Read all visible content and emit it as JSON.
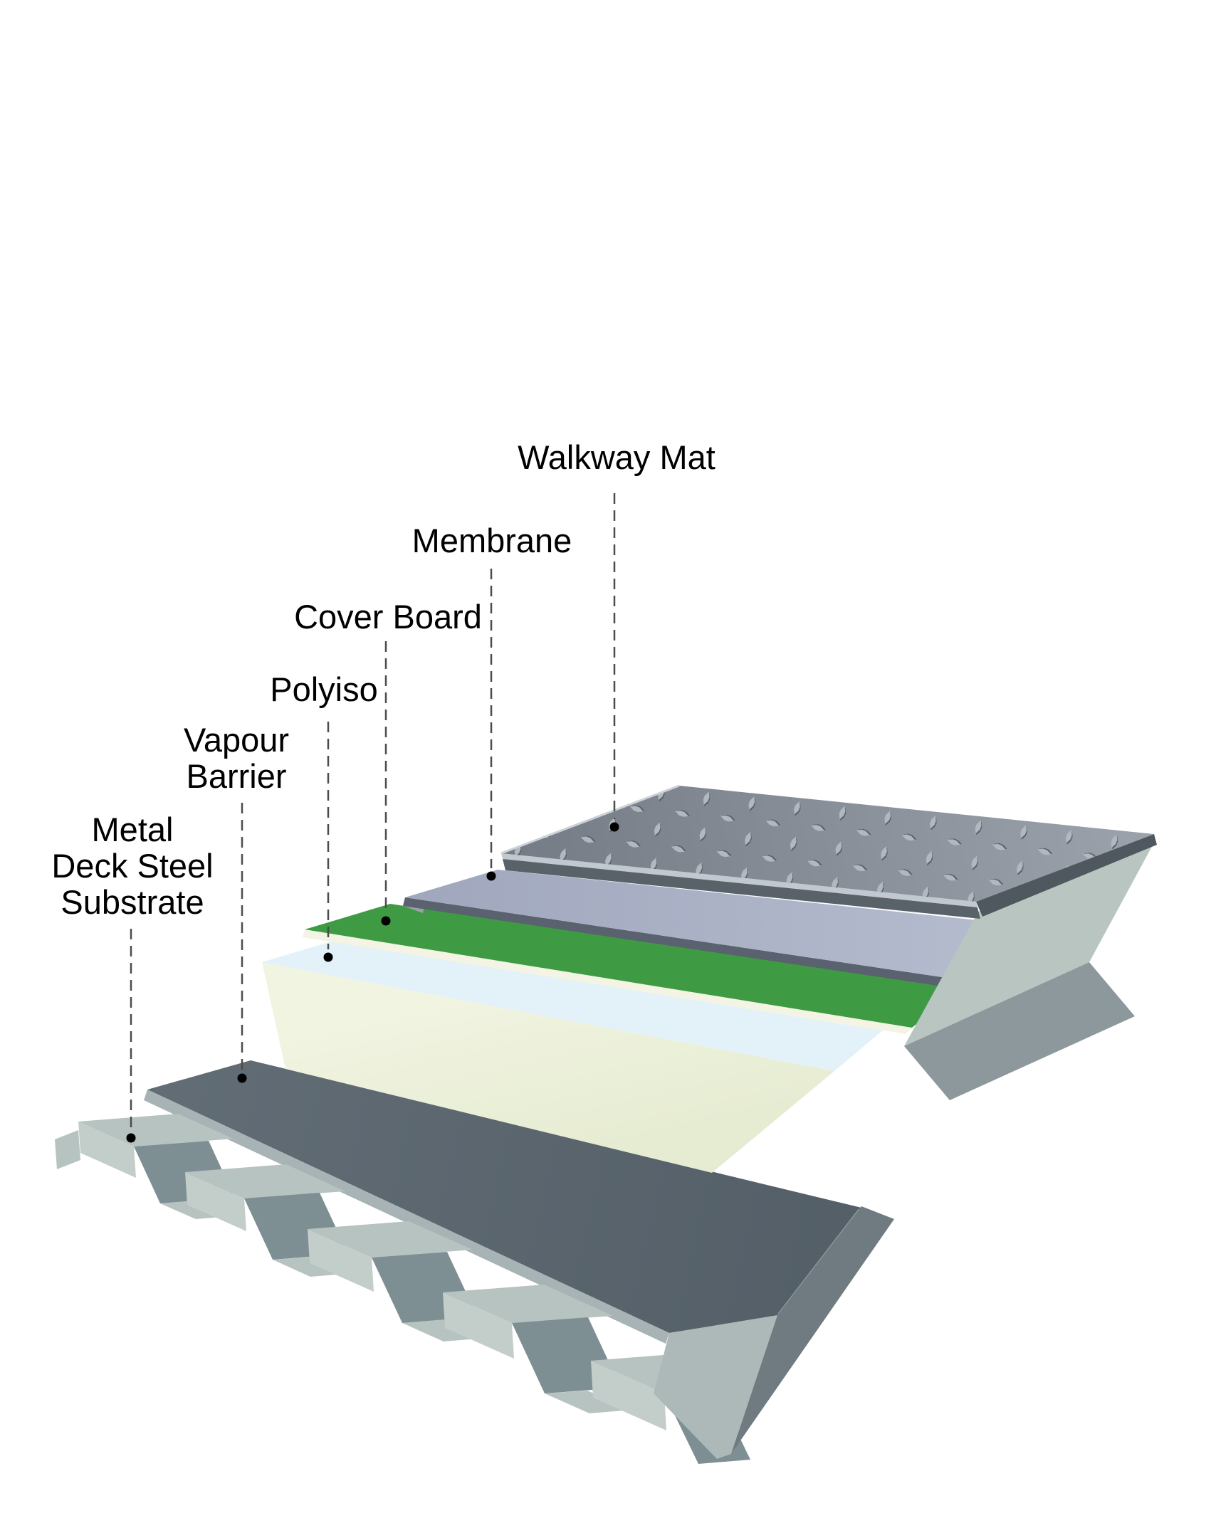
{
  "diagram": {
    "type": "layered-roof-assembly-diagram",
    "background": "#ffffff",
    "labels": {
      "walkway_mat": {
        "text": "Walkway Mat"
      },
      "membrane": {
        "text": "Membrane"
      },
      "cover_board": {
        "text": "Cover Board"
      },
      "polyiso": {
        "text": "Polyiso"
      },
      "vapour_barrier": {
        "line1": "Vapour",
        "line2": "Barrier"
      },
      "metal_deck": {
        "line1": "Metal",
        "line2": "Deck Steel",
        "line3": "Substrate"
      }
    },
    "layers_top_to_bottom": [
      {
        "name": "Walkway Mat",
        "color": "#8d939c"
      },
      {
        "name": "Membrane",
        "color": "#a9b0c5"
      },
      {
        "name": "Cover Board",
        "color": "#3f9a44"
      },
      {
        "name": "Polyiso",
        "color": "#e3f1f9"
      },
      {
        "name": "Vapour Barrier",
        "color": "#5b6670"
      },
      {
        "name": "Metal Deck Steel Substrate",
        "color": "#b6c3c0"
      }
    ],
    "palette": {
      "walkway_mat_base": "#8d939c",
      "walkway_mat_diamond": "#b2b8c0",
      "walkway_mat_diamond_shadow": "#565d66",
      "mat_bevel_light": "#c2c8cf",
      "mat_bevel_dark": "#5a6269",
      "mat_right_bevel": "#4f575f",
      "mat_edge_highlight": "#ccd2d8",
      "membrane": "#a9b0c5",
      "membrane_edge": "#59626e",
      "membrane_cap": "#99a1a9",
      "cover_board": "#3f9a44",
      "cover_board_core": "#f3f4e3",
      "polyiso_top": "#e3f1f9",
      "polyiso_face": "#ecf1da",
      "vapour_barrier": "#5b6670",
      "vapour_barrier_seam": "#9aa6a7",
      "deck_flat": "#b6c3c0",
      "deck_web": "#7e8f94",
      "deck_cut_edge": "#c3cecb",
      "deck_top_strip": "#a7b3b4",
      "deck_wing": "#b6c3c0",
      "side_polyiso_end": "#b8c5c1",
      "side_shadow_slab": "#8d989c",
      "side_mid_band": "#6f7b81",
      "side_deck_band": "#adb9b8",
      "leader_line": "#4c4c4c",
      "leader_dot": "#000000",
      "label_text": "#000000"
    }
  }
}
